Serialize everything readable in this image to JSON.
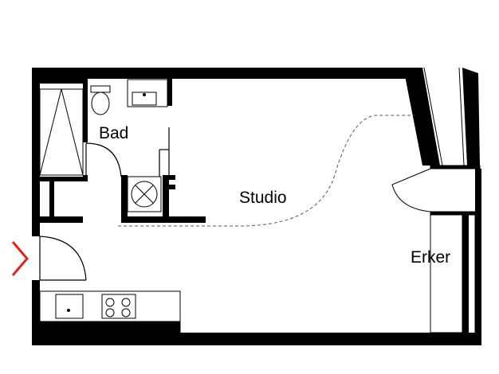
{
  "rooms": {
    "bad": "Bad",
    "studio": "Studio",
    "erker": "Erker"
  },
  "entrance_marker": {
    "icon": "chevron-right-icon",
    "color": "#e2231a"
  },
  "colors": {
    "wall": "#000000",
    "background": "#ffffff",
    "dashed": "#555555"
  }
}
